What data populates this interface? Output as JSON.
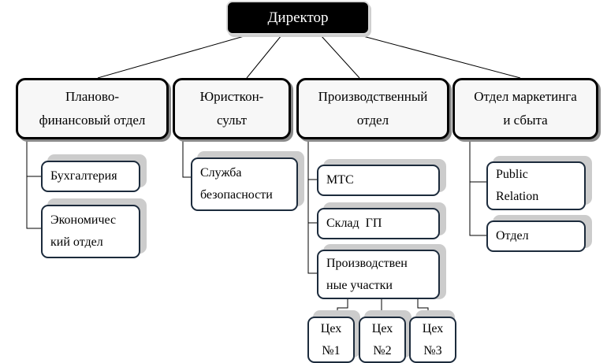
{
  "director": {
    "label": "Директор"
  },
  "departments": [
    {
      "id": "planning",
      "label": "Планово-\nфинансовый отдел",
      "line1": "Планово-",
      "line2": "финансовый отдел",
      "children": [
        {
          "line1": "Бухгалтерия",
          "line2": ""
        },
        {
          "line1": "Экономичес",
          "line2": "кий отдел"
        }
      ]
    },
    {
      "id": "legal",
      "line1": "Юристкон-",
      "line2": "сульт",
      "children": [
        {
          "line1": "Служба",
          "line2": "безопасности"
        }
      ]
    },
    {
      "id": "production",
      "line1": "Производственный",
      "line2": "отдел",
      "children": [
        {
          "line1": "МТС",
          "line2": ""
        },
        {
          "line1": "Склад  ГП",
          "line2": ""
        },
        {
          "line1": "Производствен",
          "line2": "ные участки"
        }
      ]
    },
    {
      "id": "marketing",
      "line1": "Отдел маркетинга",
      "line2": "и сбыта",
      "children": [
        {
          "line1": "Public",
          "line2": "Relation"
        },
        {
          "line1": "Отдел",
          "line2": ""
        }
      ]
    }
  ],
  "workshops": [
    {
      "line1": "Цех",
      "line2": "№1"
    },
    {
      "line1": "Цех",
      "line2": "№2"
    },
    {
      "line1": "Цех",
      "line2": "№3"
    }
  ]
}
